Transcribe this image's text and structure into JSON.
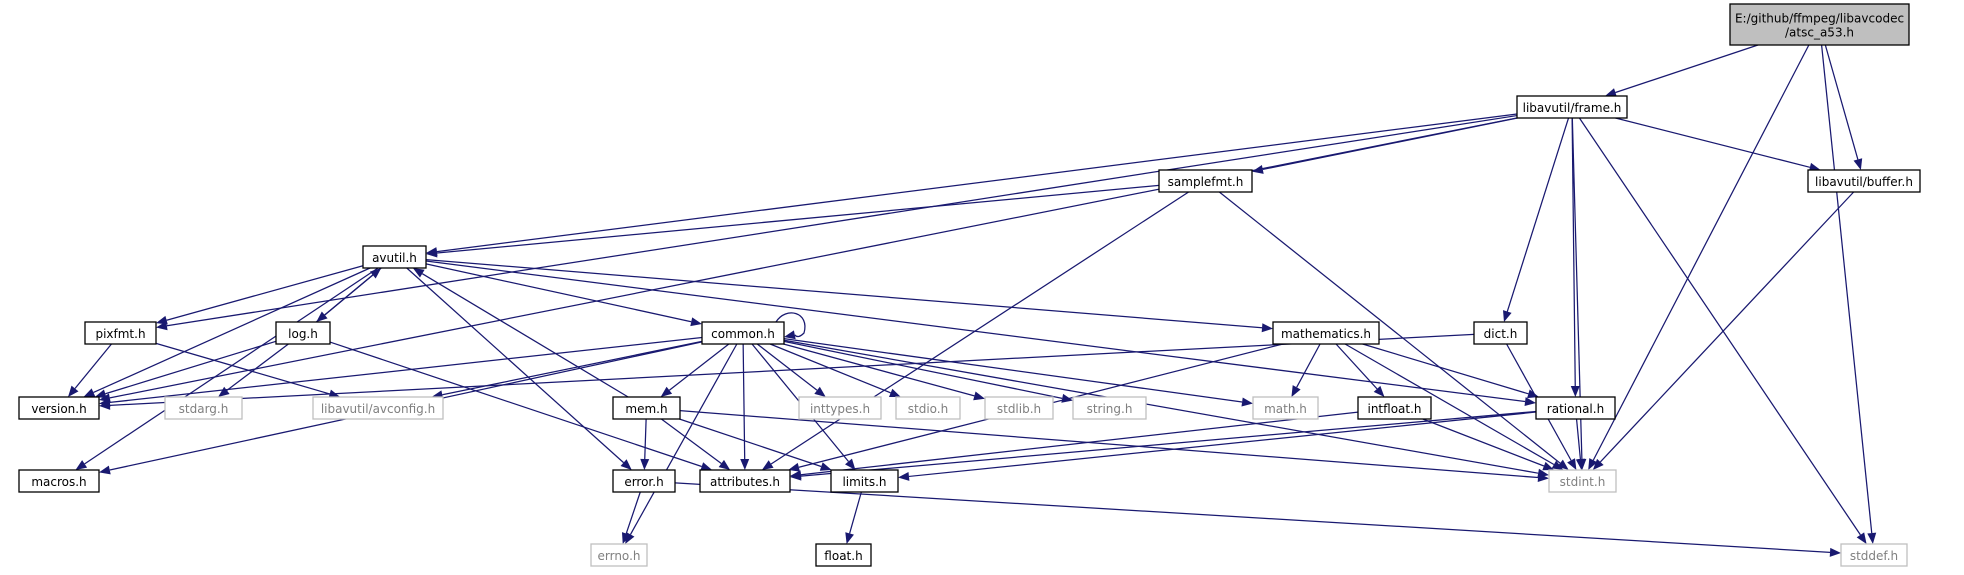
{
  "colors": {
    "edge": "#191970",
    "node_border": "#000000",
    "node_border_system": "#bfbfbf",
    "node_text": "#000000",
    "node_text_system": "#808080",
    "root_fill": "#bfbfbf",
    "node_fill": "#ffffff"
  },
  "nodes": [
    {
      "id": "root",
      "label": [
        "E:/github/ffmpeg/libavcodec",
        "/atsc_a53.h"
      ],
      "kind": "root"
    },
    {
      "id": "frame",
      "label": [
        "libavutil/frame.h"
      ],
      "kind": "normal"
    },
    {
      "id": "buffer",
      "label": [
        "libavutil/buffer.h"
      ],
      "kind": "normal"
    },
    {
      "id": "samplefmt",
      "label": [
        "samplefmt.h"
      ],
      "kind": "normal"
    },
    {
      "id": "avutil",
      "label": [
        "avutil.h"
      ],
      "kind": "normal"
    },
    {
      "id": "pixfmt",
      "label": [
        "pixfmt.h"
      ],
      "kind": "normal"
    },
    {
      "id": "log",
      "label": [
        "log.h"
      ],
      "kind": "normal"
    },
    {
      "id": "common",
      "label": [
        "common.h"
      ],
      "kind": "normal"
    },
    {
      "id": "mathematics",
      "label": [
        "mathematics.h"
      ],
      "kind": "normal"
    },
    {
      "id": "dict",
      "label": [
        "dict.h"
      ],
      "kind": "normal"
    },
    {
      "id": "version",
      "label": [
        "version.h"
      ],
      "kind": "normal"
    },
    {
      "id": "stdarg",
      "label": [
        "stdarg.h"
      ],
      "kind": "system"
    },
    {
      "id": "avconfig",
      "label": [
        "libavutil/avconfig.h"
      ],
      "kind": "system"
    },
    {
      "id": "mem",
      "label": [
        "mem.h"
      ],
      "kind": "normal"
    },
    {
      "id": "inttypes",
      "label": [
        "inttypes.h"
      ],
      "kind": "system"
    },
    {
      "id": "stdio",
      "label": [
        "stdio.h"
      ],
      "kind": "system"
    },
    {
      "id": "stdlib",
      "label": [
        "stdlib.h"
      ],
      "kind": "system"
    },
    {
      "id": "string",
      "label": [
        "string.h"
      ],
      "kind": "system"
    },
    {
      "id": "math",
      "label": [
        "math.h"
      ],
      "kind": "system"
    },
    {
      "id": "intfloat",
      "label": [
        "intfloat.h"
      ],
      "kind": "normal"
    },
    {
      "id": "rational",
      "label": [
        "rational.h"
      ],
      "kind": "normal"
    },
    {
      "id": "macros",
      "label": [
        "macros.h"
      ],
      "kind": "normal"
    },
    {
      "id": "error",
      "label": [
        "error.h"
      ],
      "kind": "normal"
    },
    {
      "id": "attributes",
      "label": [
        "attributes.h"
      ],
      "kind": "normal"
    },
    {
      "id": "limits",
      "label": [
        "limits.h"
      ],
      "kind": "normal"
    },
    {
      "id": "stdint",
      "label": [
        "stdint.h"
      ],
      "kind": "system"
    },
    {
      "id": "float",
      "label": [
        "float.h"
      ],
      "kind": "normal"
    },
    {
      "id": "errno",
      "label": [
        "errno.h"
      ],
      "kind": "system"
    },
    {
      "id": "stddef",
      "label": [
        "stddef.h"
      ],
      "kind": "system"
    }
  ],
  "edges": [
    [
      "root",
      "frame"
    ],
    [
      "root",
      "buffer"
    ],
    [
      "root",
      "stdint"
    ],
    [
      "root",
      "stddef"
    ],
    [
      "frame",
      "avutil"
    ],
    [
      "frame",
      "buffer"
    ],
    [
      "frame",
      "dict"
    ],
    [
      "frame",
      "rational"
    ],
    [
      "frame",
      "samplefmt"
    ],
    [
      "frame",
      "pixfmt"
    ],
    [
      "frame",
      "version"
    ],
    [
      "frame",
      "stdint"
    ],
    [
      "frame",
      "stddef"
    ],
    [
      "buffer",
      "stdint"
    ],
    [
      "samplefmt",
      "avutil"
    ],
    [
      "samplefmt",
      "attributes"
    ],
    [
      "samplefmt",
      "stdint"
    ],
    [
      "avutil",
      "common"
    ],
    [
      "avutil",
      "error"
    ],
    [
      "avutil",
      "rational"
    ],
    [
      "avutil",
      "version"
    ],
    [
      "avutil",
      "macros"
    ],
    [
      "avutil",
      "mathematics"
    ],
    [
      "avutil",
      "log"
    ],
    [
      "avutil",
      "pixfmt"
    ],
    [
      "pixfmt",
      "avconfig"
    ],
    [
      "pixfmt",
      "version"
    ],
    [
      "log",
      "avutil"
    ],
    [
      "log",
      "attributes"
    ],
    [
      "log",
      "version"
    ],
    [
      "log",
      "stdarg"
    ],
    [
      "common",
      "common"
    ],
    [
      "common",
      "errno"
    ],
    [
      "common",
      "inttypes"
    ],
    [
      "common",
      "limits"
    ],
    [
      "common",
      "math"
    ],
    [
      "common",
      "stdint"
    ],
    [
      "common",
      "stdio"
    ],
    [
      "common",
      "stdlib"
    ],
    [
      "common",
      "string"
    ],
    [
      "common",
      "attributes"
    ],
    [
      "common",
      "macros"
    ],
    [
      "common",
      "version"
    ],
    [
      "common",
      "avconfig"
    ],
    [
      "common",
      "mem"
    ],
    [
      "mem",
      "error"
    ],
    [
      "mem",
      "avutil"
    ],
    [
      "mem",
      "attributes"
    ],
    [
      "mem",
      "limits"
    ],
    [
      "mem",
      "stdint"
    ],
    [
      "error",
      "errno"
    ],
    [
      "error",
      "stddef"
    ],
    [
      "limits",
      "float"
    ],
    [
      "mathematics",
      "stdint"
    ],
    [
      "mathematics",
      "math"
    ],
    [
      "mathematics",
      "attributes"
    ],
    [
      "mathematics",
      "rational"
    ],
    [
      "mathematics",
      "intfloat"
    ],
    [
      "intfloat",
      "stdint"
    ],
    [
      "intfloat",
      "attributes"
    ],
    [
      "rational",
      "stdint"
    ],
    [
      "rational",
      "limits"
    ],
    [
      "rational",
      "attributes"
    ],
    [
      "dict",
      "stdint"
    ],
    [
      "dict",
      "version"
    ]
  ]
}
